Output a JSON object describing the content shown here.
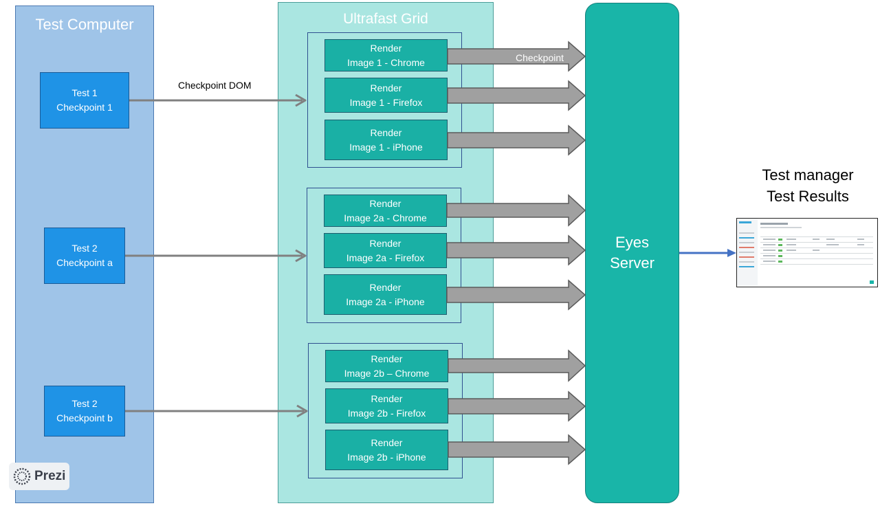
{
  "test_computer": {
    "title": "Test Computer",
    "tests": [
      {
        "line1": "Test 1",
        "line2": "Checkpoint 1"
      },
      {
        "line1": "Test 2",
        "line2": "Checkpoint a"
      },
      {
        "line1": "Test 2",
        "line2": "Checkpoint b"
      }
    ]
  },
  "checkpoint_dom_label": "Checkpoint DOM",
  "ultrafast_grid": {
    "title": "Ultrafast Grid",
    "groups": [
      {
        "renders": [
          {
            "line1": "Render",
            "line2": "Image 1 - Chrome"
          },
          {
            "line1": "Render",
            "line2": "Image 1 - Firefox"
          },
          {
            "line1": "Render",
            "line2": "Image 1 - iPhone"
          }
        ]
      },
      {
        "renders": [
          {
            "line1": "Render",
            "line2": "Image 2a - Chrome"
          },
          {
            "line1": "Render",
            "line2": "Image 2a - Firefox"
          },
          {
            "line1": "Render",
            "line2": "Image 2a - iPhone"
          }
        ]
      },
      {
        "renders": [
          {
            "line1": "Render",
            "line2": "Image 2b – Chrome"
          },
          {
            "line1": "Render",
            "line2": "Image 2b - Firefox"
          },
          {
            "line1": "Render",
            "line2": "Image 2b - iPhone"
          }
        ]
      }
    ]
  },
  "checkpoint_label": "Checkpoint",
  "eyes_server": {
    "line1": "Eyes",
    "line2": "Server"
  },
  "test_manager": {
    "line1": "Test manager",
    "line2": "Test Results"
  },
  "prezi_label": "Prezi",
  "colors": {
    "test_panel": "#9fc4e8",
    "test_box": "#1f93e6",
    "grid_panel": "#aae6e1",
    "render_box": "#1ab0a5",
    "server": "#19b5a8",
    "dom_arrow": "#808080",
    "checkpoint_arrow": "#a0a0a0",
    "results_arrow": "#4472c4"
  }
}
